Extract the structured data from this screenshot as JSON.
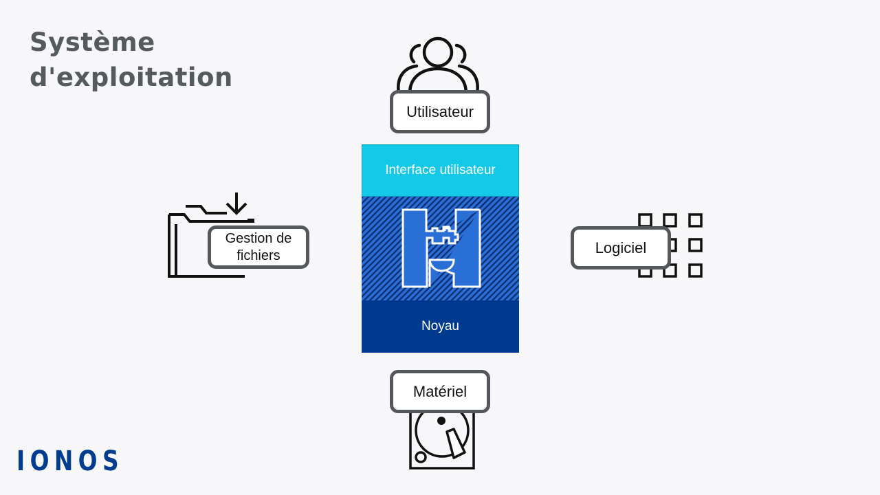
{
  "title": {
    "line1": "Système",
    "line2": "d'exploitation"
  },
  "nodes": {
    "user": "Utilisateur",
    "files_line1": "Gestion de",
    "files_line2": "fichiers",
    "software": "Logiciel",
    "hardware": "Matériel"
  },
  "layers": {
    "ui": "Interface utilisateur",
    "kernel": "Noyau"
  },
  "logo": "IONOS",
  "icons": [
    "users-icon",
    "folder-download-icon",
    "app-grid-icon",
    "hard-drive-icon",
    "plug-icon"
  ],
  "colors": {
    "interface_layer": "#14c8e8",
    "middle_layer": "#2a6fd6",
    "kernel_layer": "#003a8f",
    "box_border": "#54585b",
    "title": "#555a5e",
    "logo": "#003d8f"
  }
}
